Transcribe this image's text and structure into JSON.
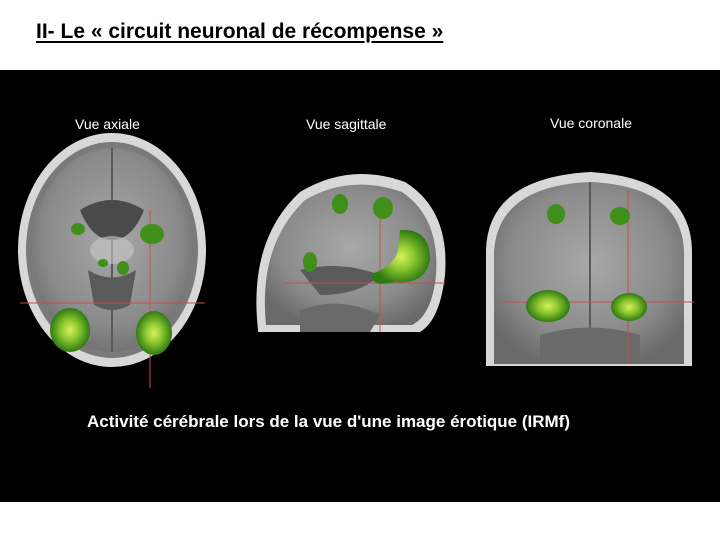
{
  "slide": {
    "title": "II- Le « circuit neuronal de récompense »"
  },
  "figure": {
    "views": [
      {
        "label": "Vue axiale"
      },
      {
        "label": "Vue sagittale"
      },
      {
        "label": "Vue coronale"
      }
    ],
    "caption": "Activité cérébrale lors de la vue d'une image érotique (IRMf)",
    "colors": {
      "background": "#000000",
      "activation": "#3f8f1a",
      "activation_core": "#b8e040",
      "crosshair": "#c0504d"
    }
  }
}
